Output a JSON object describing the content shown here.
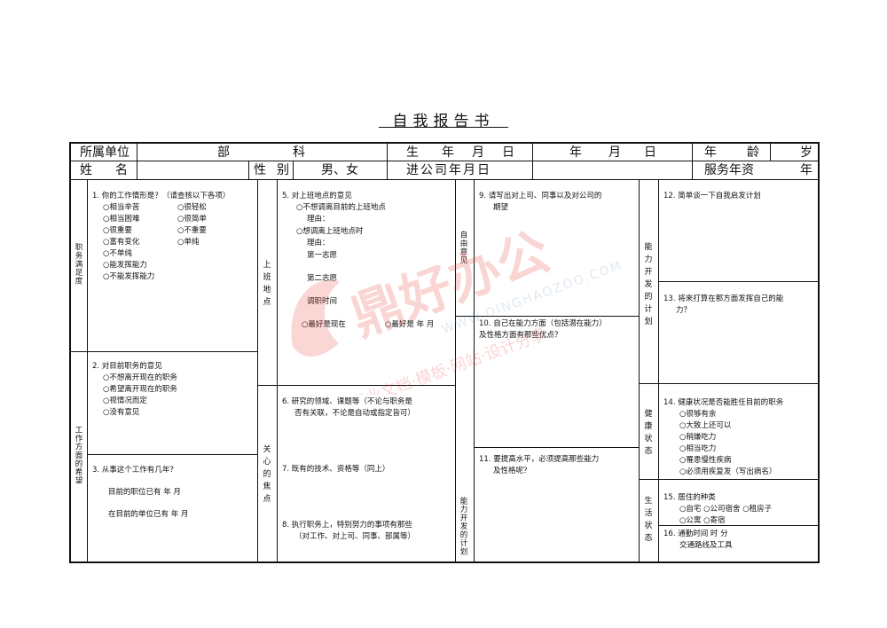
{
  "title": "自我报告书",
  "header": {
    "row1": {
      "dept_label": "所属单位",
      "bu": "部",
      "ke": "科",
      "birth_label": [
        "生",
        "年",
        "月",
        "日"
      ],
      "date": [
        "年",
        "月",
        "日"
      ],
      "age_label": [
        "年",
        "龄"
      ],
      "sui": "岁"
    },
    "row2": {
      "name_label": [
        "姓",
        "名"
      ],
      "gender_label": [
        "性",
        "别"
      ],
      "gender_value": "男、女",
      "join_label": "进公司年月日",
      "service_label": "服务年资",
      "nian": "年"
    }
  },
  "side_labels": {
    "job_satisfaction": "职务满足度",
    "work_hopes": "工作方面的希望",
    "location": "上班地点",
    "interest": "关心的焦点",
    "self_report": "自由意见",
    "ability_plan": "能力开发的计划",
    "ability_dev_plan": "能力开发的计划",
    "health": "健康状态",
    "life": "生活状态"
  },
  "q1": {
    "question": "1. 你的工作情形是？（请查核以下各项）",
    "col1": [
      "○相当辛苦",
      "○相当困难",
      "○很重要",
      "○富有变化",
      "○不单纯",
      "○能发挥能力",
      "○不能发挥能力"
    ],
    "col2": [
      "○很轻松",
      "○很简单",
      "○不重要",
      "○单纯"
    ]
  },
  "q2": {
    "question": "2. 对目前职务的意见",
    "options": [
      "○不想离开现在的职务",
      "○希望离开现在的职务",
      "○视情况而定",
      "○没有意见"
    ]
  },
  "q3": {
    "question": "3. 从事这个工作有几年？",
    "line1": "目前的职位已有    年    月",
    "line2": "在目前的单位已有    年    月"
  },
  "q5": {
    "question": "5. 对上班地点的意见",
    "opt1": "○不想调离目前的上班地点",
    "reason1": "理由：",
    "opt2": "○想调离上班地点时",
    "reason2": "理由：",
    "wish1": "第一志愿",
    "wish2": "第二志愿",
    "time": "调职时间",
    "best1": "○最好是现在",
    "best2": "○最好是    年    月"
  },
  "q6": {
    "text": [
      "6. 研究的领域、课题等（不论与职务是",
      "否有关联，不论是自动或指定皆可）"
    ]
  },
  "q7": {
    "text": "7. 既有的技术、资格等（同上）"
  },
  "q8": {
    "text": [
      "8. 执行职务上，特别努力的事项有那些",
      "（对工作、对上司、同事、部属等）"
    ]
  },
  "q9": {
    "text": [
      "9. 请写出对上司、同事以及对公司的",
      "期望"
    ]
  },
  "q10": {
    "text": [
      "10. 自己在能力方面（包括潜在能力）",
      "及性格方面有那些优点？"
    ]
  },
  "q11": {
    "text": [
      "11. 要提高水平，必须提高那些能力",
      "及性格呢？"
    ]
  },
  "q12": {
    "text": "12. 简单谈一下自我启发计划"
  },
  "q13": {
    "text": [
      "13. 将来打算在那方面发挥自己的能",
      "力？"
    ]
  },
  "q14": {
    "question": "14. 健康状况是否能胜任目前的职务",
    "options": [
      "○很够有余",
      "○大致上还可以",
      "○稍嫌吃力",
      "○相当吃力",
      "○罹患慢性疾病",
      "○必须用疾复发（写出病名）"
    ]
  },
  "q15": {
    "question": "15. 居住的种类",
    "options1": "○自宅   ○公司宿舍  ○租房子",
    "options2": "○公寓   ○寄宿"
  },
  "q16": {
    "line1": "16. 通勤时间     时       分",
    "line2": "交通路线及工具"
  },
  "watermark": {
    "text": "鼎好办公",
    "url": "WWW.DINGHAOZOO.COM",
    "slogan": "专业文档·模板·网站·设计分享"
  }
}
